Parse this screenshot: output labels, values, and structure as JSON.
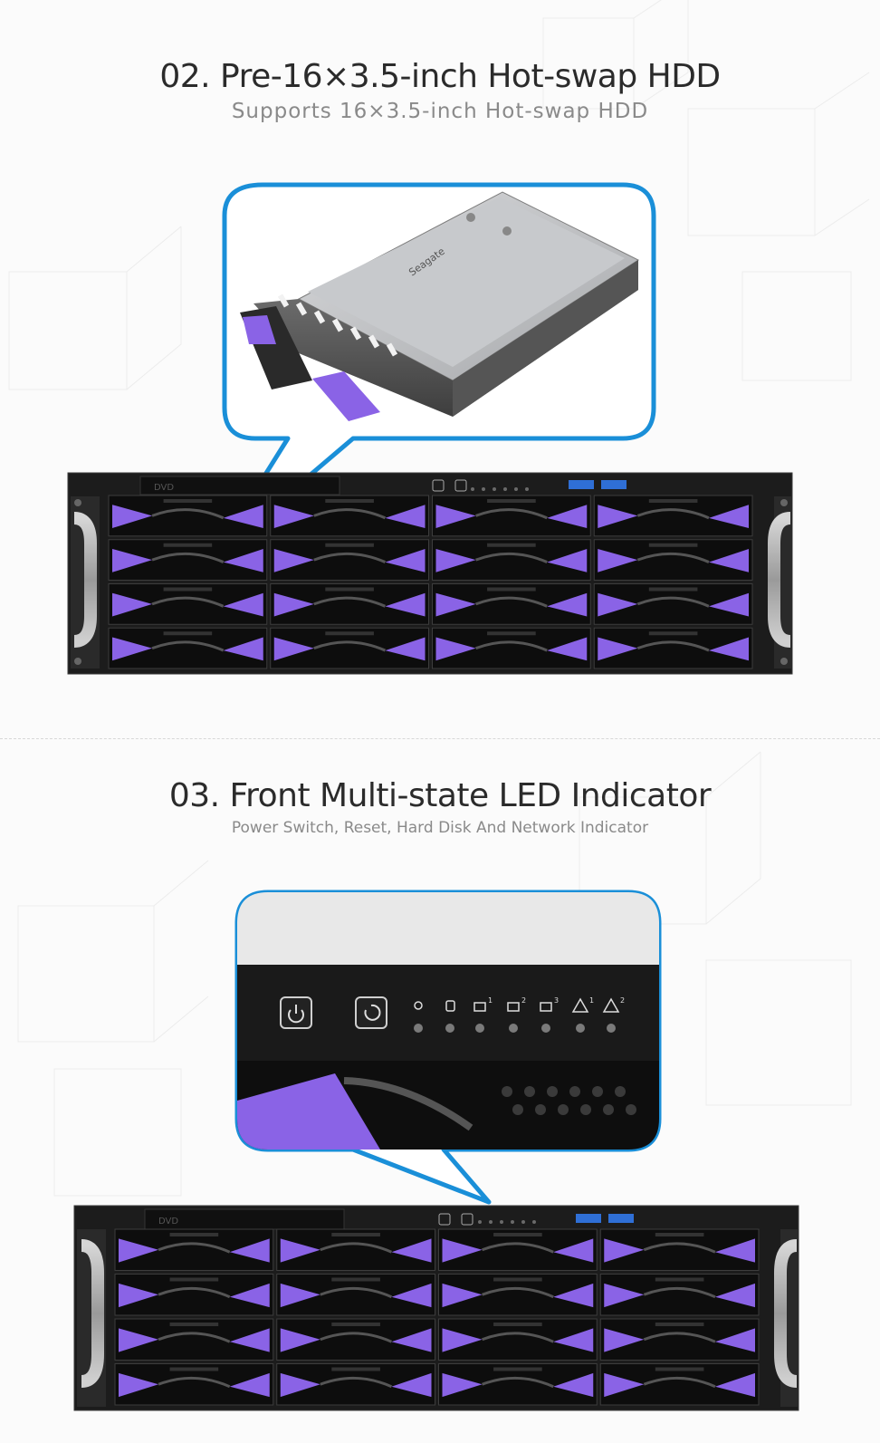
{
  "section_hdd": {
    "title": "02. Pre-16×3.5-inch Hot-swap HDD",
    "subtitle": "Supports 16×3.5-inch Hot-swap HDD",
    "drive_label": "Seagate",
    "chassis_drive_label": "DVD"
  },
  "section_led": {
    "title": "03. Front Multi-state LED Indicator",
    "subtitle": "Power Switch, Reset, Hard Disk And Network Indicator",
    "chassis_drive_label": "DVD",
    "led_labels": [
      "1",
      "2",
      "3",
      "1",
      "2"
    ]
  },
  "colors": {
    "callout_border": "#1a8fd8",
    "tray_accent": "#8a63e6",
    "chassis": "#151515"
  }
}
